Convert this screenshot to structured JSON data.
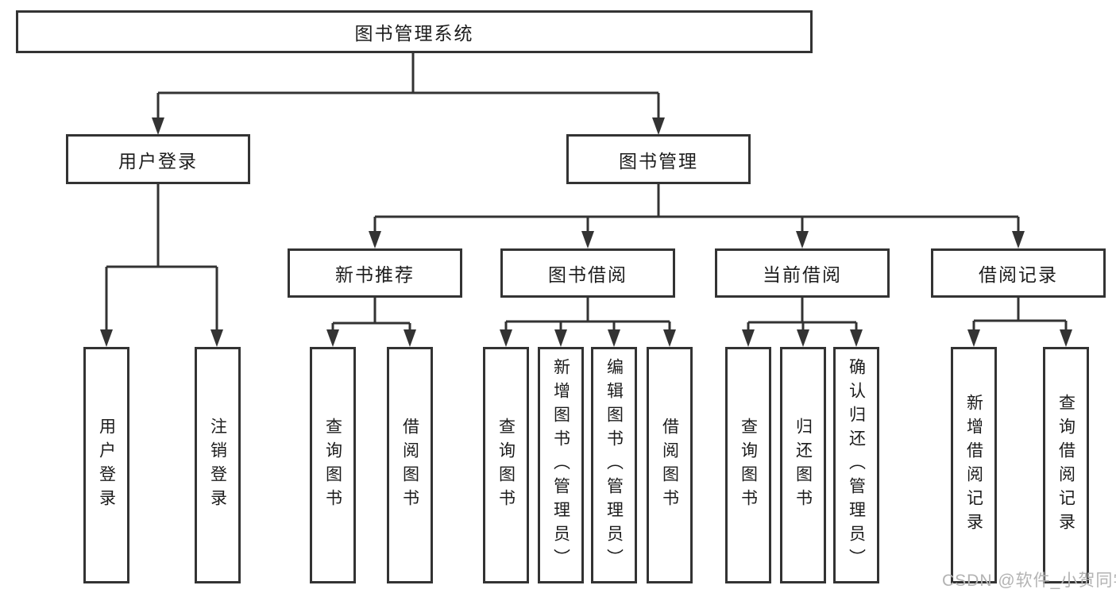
{
  "watermark": "CSDN @软件_小贺同学",
  "colors": {
    "line": "#333333",
    "text": "#1c1c1c",
    "watermark": "#b3b3b3",
    "background": "#ffffff"
  },
  "tree": {
    "root": "图书管理系统",
    "branches": [
      {
        "label": "用户登录",
        "children": [
          "用户登录",
          "注销登录"
        ]
      },
      {
        "label": "图书管理",
        "sections": [
          {
            "label": "新书推荐",
            "children": [
              "查询图书",
              "借阅图书"
            ]
          },
          {
            "label": "图书借阅",
            "children": [
              "查询图书",
              "新增图书（管理员）",
              "编辑图书（管理员）",
              "借阅图书"
            ]
          },
          {
            "label": "当前借阅",
            "children": [
              "查询图书",
              "归还图书",
              "确认归还（管理员）"
            ]
          },
          {
            "label": "借阅记录",
            "children": [
              "新增借阅记录",
              "查询借阅记录"
            ]
          }
        ]
      }
    ]
  }
}
